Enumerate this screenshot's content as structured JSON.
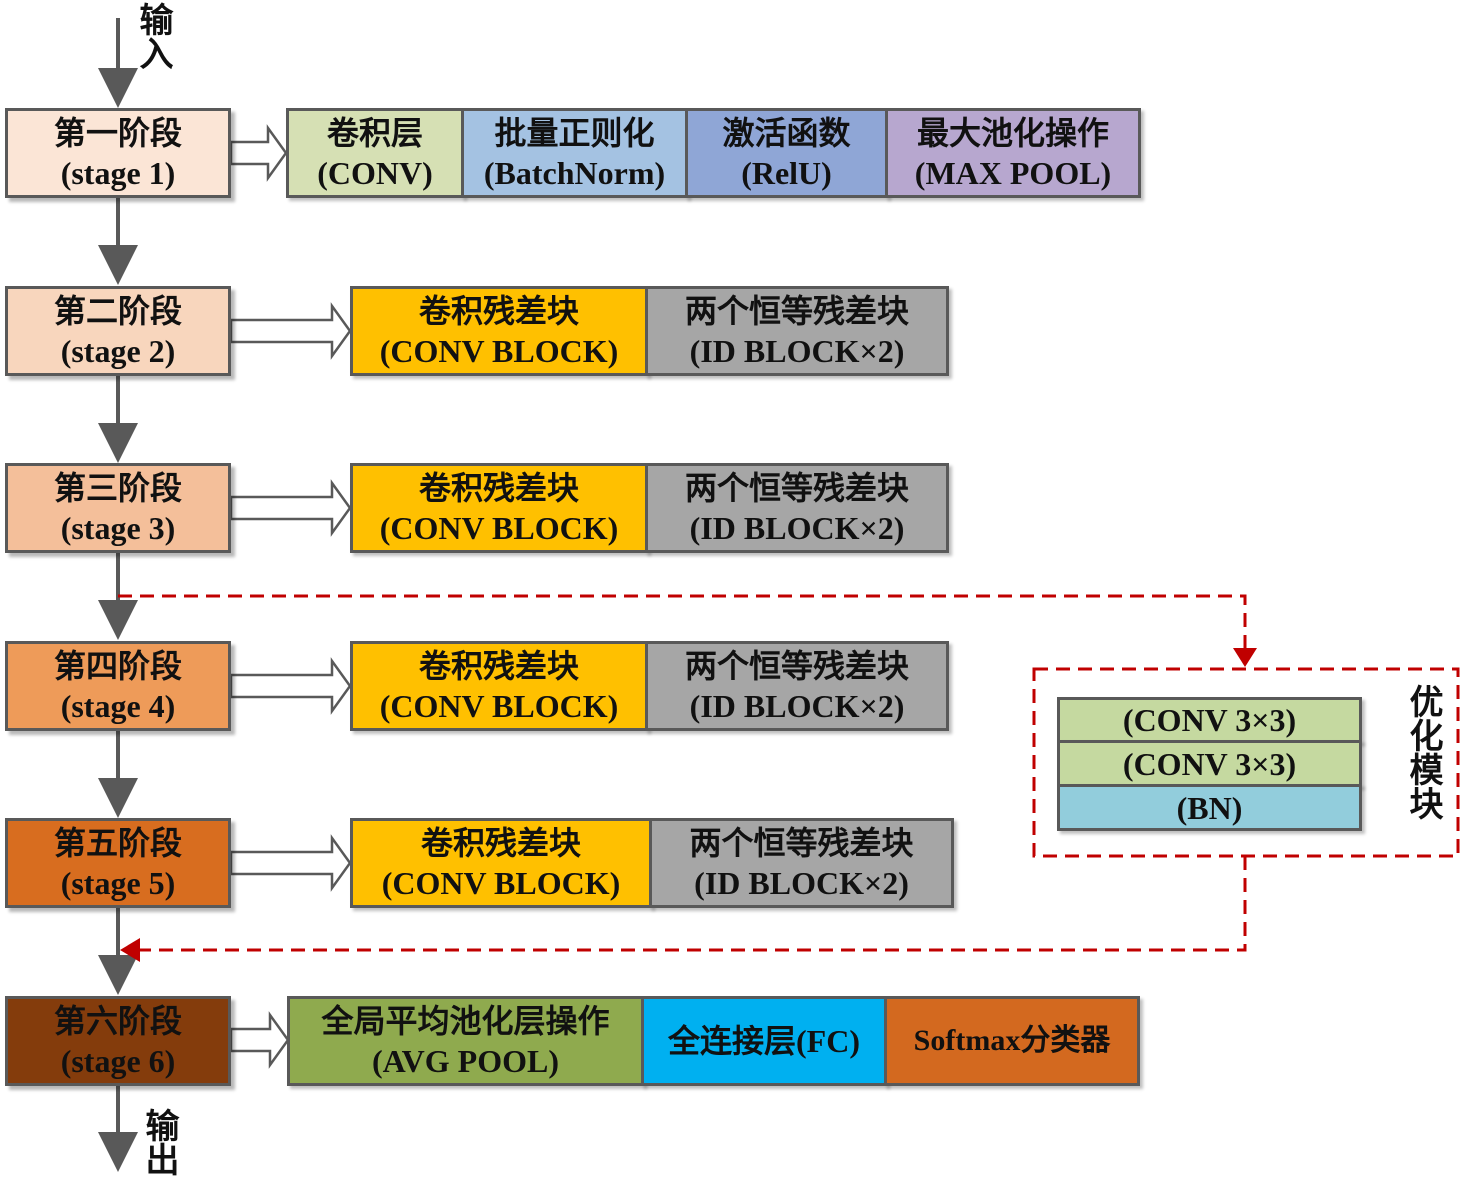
{
  "input_label": "输入",
  "output_label": "输出",
  "opt_module_label": "优化模块",
  "stages": [
    {
      "name": "第一阶段",
      "sub": "(stage 1)",
      "color": "#fbe5d6",
      "blocks": [
        {
          "l1": "卷积层",
          "l2": "(CONV)",
          "color": "#d6e0b4"
        },
        {
          "l1": "批量正则化",
          "l2": "(BatchNorm)",
          "color": "#a4c2e2"
        },
        {
          "l1": "激活函数",
          "l2": "(RelU)",
          "color": "#8fa6d6"
        },
        {
          "l1": "最大池化操作",
          "l2": "(MAX POOL)",
          "color": "#b7a7cf"
        }
      ]
    },
    {
      "name": "第二阶段",
      "sub": "(stage 2)",
      "color": "#f8d6bd",
      "blocks": [
        {
          "l1": "卷积残差块",
          "l2": "(CONV BLOCK)",
          "color": "#ffc000"
        },
        {
          "l1": "两个恒等残差块",
          "l2": "(ID BLOCK×2)",
          "color": "#a6a6a6"
        }
      ]
    },
    {
      "name": "第三阶段",
      "sub": "(stage 3)",
      "color": "#f4bf9a",
      "blocks": [
        {
          "l1": "卷积残差块",
          "l2": "(CONV BLOCK)",
          "color": "#ffc000"
        },
        {
          "l1": "两个恒等残差块",
          "l2": "(ID BLOCK×2)",
          "color": "#a6a6a6"
        }
      ]
    },
    {
      "name": "第四阶段",
      "sub": "(stage 4)",
      "color": "#ee9b59",
      "blocks": [
        {
          "l1": "卷积残差块",
          "l2": "(CONV BLOCK)",
          "color": "#ffc000"
        },
        {
          "l1": "两个恒等残差块",
          "l2": "(ID BLOCK×2)",
          "color": "#a6a6a6"
        }
      ]
    },
    {
      "name": "第五阶段",
      "sub": "(stage 5)",
      "color": "#d86d1f",
      "blocks": [
        {
          "l1": "卷积残差块",
          "l2": "(CONV BLOCK)",
          "color": "#ffc000"
        },
        {
          "l1": "两个恒等残差块",
          "l2": "(ID BLOCK×2)",
          "color": "#a6a6a6"
        }
      ]
    },
    {
      "name": "第六阶段",
      "sub": "(stage 6)",
      "color": "#843c0c",
      "blocks": [
        {
          "l1": "全局平均池化层操作",
          "l2": "(AVG POOL)",
          "color": "#8faa4e"
        },
        {
          "l1": "全连接层(FC)",
          "l2": "",
          "color": "#00b0f0"
        },
        {
          "l1": "Softmax分类器",
          "l2": "",
          "color": "#d3691f"
        }
      ]
    }
  ],
  "opt_module": [
    {
      "label": "(CONV 3×3)",
      "color": "#c5d9a0"
    },
    {
      "label": "(CONV 3×3)",
      "color": "#c5d9a0"
    },
    {
      "label": "(BN)",
      "color": "#92cddc"
    }
  ],
  "colors": {
    "line": "#595959",
    "dash": "#c00000",
    "arrow_fill": "#ffffff"
  }
}
